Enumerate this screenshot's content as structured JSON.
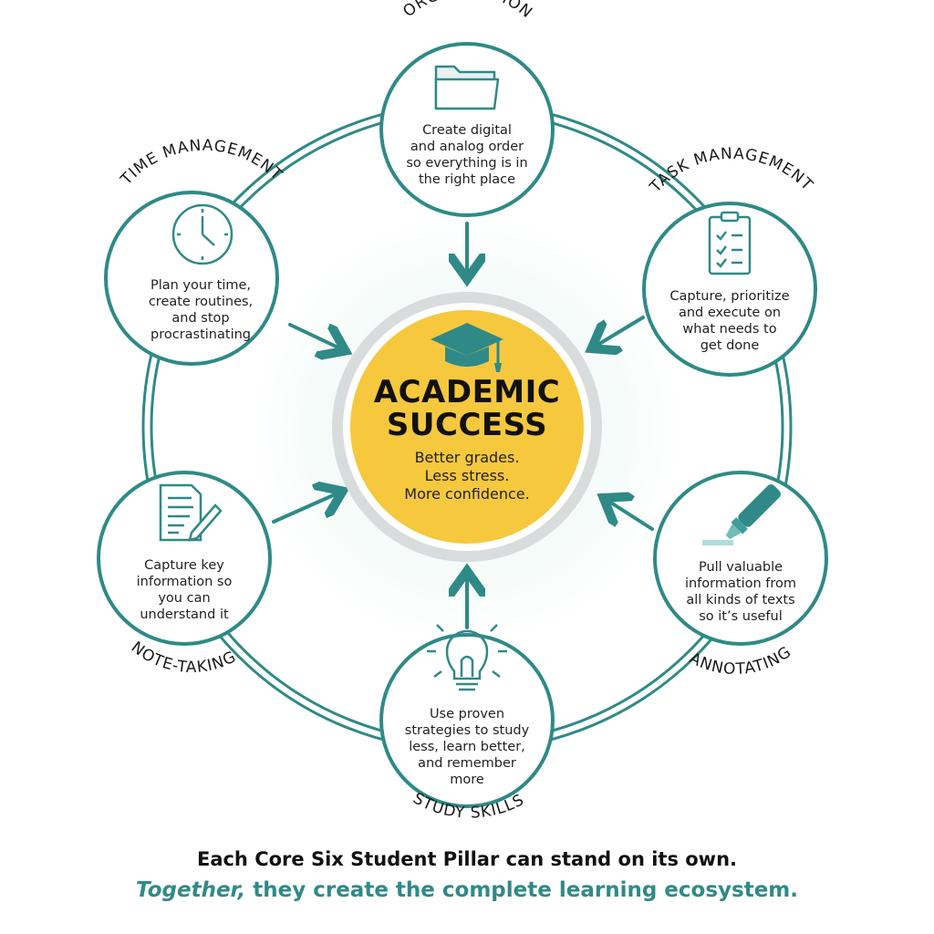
{
  "center": {
    "title_line1": "ACADEMIC",
    "title_line2": "SUCCESS",
    "sub_line1": "Better grades.",
    "sub_line2": "Less stress.",
    "sub_line3": "More confidence.",
    "icon": "graduation-cap-icon"
  },
  "pillars": [
    {
      "label": "ORGANIZATION",
      "icon": "folder-icon",
      "lines": [
        "Create digital",
        "and analog order",
        "so everything is in",
        "the right place"
      ]
    },
    {
      "label": "TASK MANAGEMENT",
      "icon": "checklist-clipboard-icon",
      "lines": [
        "Capture, prioritize",
        "and execute on",
        "what needs to",
        "get done"
      ]
    },
    {
      "label": "ANNOTATING",
      "icon": "highlighter-icon",
      "lines": [
        "Pull valuable",
        "information from",
        "all kinds of texts",
        "so it’s useful"
      ]
    },
    {
      "label": "STUDY SKILLS",
      "icon": "lightbulb-icon",
      "lines": [
        "Use proven",
        "strategies to study",
        "less, learn better,",
        "and remember",
        "more"
      ]
    },
    {
      "label": "NOTE-TAKING",
      "icon": "notes-pencil-icon",
      "lines": [
        "Capture key",
        "information so",
        "you can",
        "understand it"
      ]
    },
    {
      "label": "TIME MANAGEMENT",
      "icon": "clock-icon",
      "lines": [
        "Plan your time,",
        "create routines,",
        "and stop",
        "procrastinating"
      ]
    }
  ],
  "footer": {
    "line1": "Each Core Six Student Pillar can stand on its own.",
    "line2_emphasis": "Together,",
    "line2_rest": " they create the complete learning ecosystem."
  },
  "colors": {
    "teal": "#2f8a87",
    "gold": "#f6c83e",
    "ring_gray": "#d9dcdc"
  }
}
